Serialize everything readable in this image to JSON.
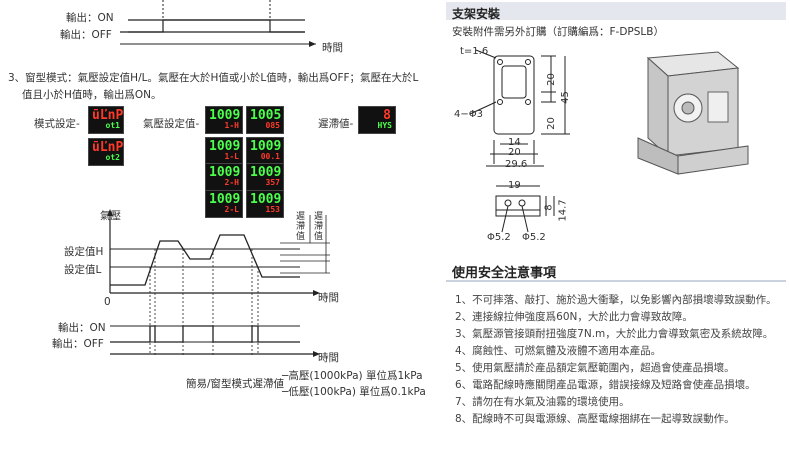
{
  "left": {
    "top_timing": {
      "output_on": "輸出：ON",
      "output_off": "輸出：OFF",
      "time_axis": "時間"
    },
    "mode3": {
      "line1": "3、窗型模式：氣壓設定值H/L。氣壓在大於H值或小於L值時，輸出爲OFF；氣壓在大於L",
      "line2": "值且小於H值時，輸出爲ON。"
    },
    "labels": {
      "mode_setting": "模式設定-",
      "pressure_setting": "氣壓設定值-",
      "hysteresis": "遲滯値-"
    },
    "displays": {
      "mode": [
        {
          "top": "ūĽnP",
          "bottom": "ot1"
        },
        {
          "top": "ūĽnP",
          "bottom": "ot2"
        }
      ],
      "pressure": [
        {
          "top": "1009",
          "bottom": "1-H"
        },
        {
          "top": "1005",
          "bottom": "085"
        },
        {
          "top": "1009",
          "bottom": "1-L"
        },
        {
          "top": "1009",
          "bottom": "00.1"
        },
        {
          "top": "1009",
          "bottom": "2-H"
        },
        {
          "top": "1009",
          "bottom": "357"
        },
        {
          "top": "1009",
          "bottom": "2-L"
        },
        {
          "top": "1009",
          "bottom": "153"
        }
      ],
      "hysteresis": {
        "top": "8",
        "bottom": "HYS"
      }
    },
    "chart": {
      "y_label": "氣壓",
      "set_h": "設定值H",
      "set_l": "設定值L",
      "origin": "0",
      "time_axis": "時間",
      "hyst_labels": [
        "遲滯值",
        "遲滯值"
      ]
    },
    "bottom_timing": {
      "output_on": "輸出：ON",
      "output_off": "輸出：OFF",
      "time_axis": "時間"
    },
    "notes": {
      "caption": "簡易/窗型模式遲滯値",
      "high": "─高壓(1000kPa) 單位爲1kPa",
      "low": "─低壓(100kPa) 單位爲0.1kPa"
    }
  },
  "right": {
    "bracket": {
      "title": "支架安裝",
      "subtitle": "安裝附件需另外訂購（訂購編爲：F-DPSLB）",
      "dims": {
        "t": "t=1.6",
        "hole": "4−Φ3",
        "d20a": "20",
        "d45": "45",
        "d20b": "20",
        "d14": "14",
        "d20c": "20",
        "d296": "29.6",
        "d19": "19",
        "d8": "8",
        "d147": "14.7",
        "phi1": "Φ5.2",
        "phi2": "Φ5.2"
      }
    },
    "safety": {
      "title": "使用安全注意事項",
      "items": [
        "1、不可摔落、敲打、施於過大衝擊，以免影響內部損壞導致誤動作。",
        "2、連接線拉伸強度爲60N，大於此力會導致故障。",
        "3、氣壓源管接頭耐扭強度7N.m，大於此力會導致氣密及系統故障。",
        "4、腐蝕性、可燃氣體及液體不適用本產品。",
        "5、使用氣壓請於產品額定氣壓範圍內，超過會使產品損壞。",
        "6、電路配線時應關閉產品電源，錯誤接線及短路會使產品損壞。",
        "7、請勿在有水氣及油霧的環境使用。",
        "8、配線時不可與電源線、高壓電線捆綁在一起導致誤動作。"
      ]
    }
  },
  "colors": {
    "led_green": "#4cff4c",
    "led_red": "#ff3a2a",
    "section_bar": "#e4e8ee"
  }
}
